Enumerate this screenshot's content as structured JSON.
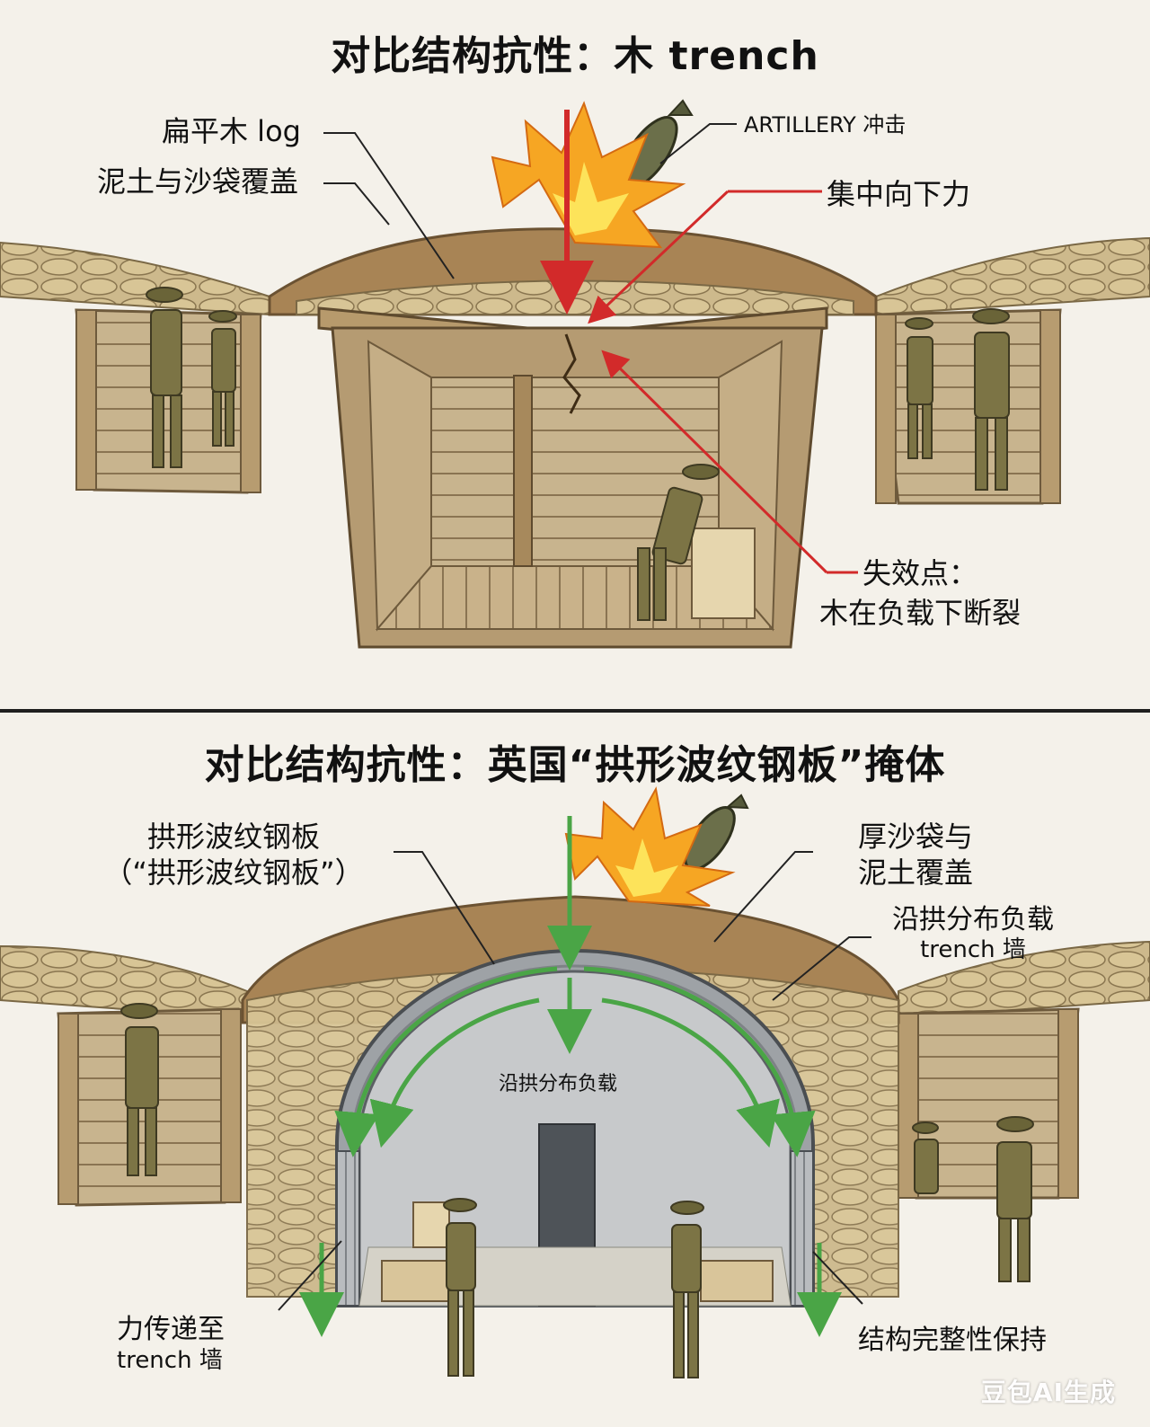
{
  "top": {
    "title": "对比结构抗性：木 trench",
    "labels": {
      "flat_log": "扁平木 log",
      "earth_sandbag": "泥土与沙袋覆盖",
      "artillery": "ARTILLERY 冲击",
      "downward_force": "集中向下力",
      "failure_point_line1": "失效点：",
      "failure_point_line2": "木在负载下断裂"
    },
    "colors": {
      "force_arrow": "#d22a2a",
      "blast": "#f6a623"
    }
  },
  "bottom": {
    "title": "对比结构抗性：英国“拱形波纹钢板”掩体",
    "labels": {
      "arch_sheet_line1": "拱形波纹钢板",
      "arch_sheet_line2": "（“拱形波纹钢板”）",
      "thick_cover_line1": "厚沙袋与",
      "thick_cover_line2": "泥土覆盖",
      "distribute_line1": "沿拱分布负载",
      "distribute_line2": "trench 墙",
      "inner_distribute": "沿拱分布负载",
      "force_to_wall_line1": "力传递至",
      "force_to_wall_line2": "trench 墙",
      "integrity": "结构完整性保持"
    },
    "colors": {
      "force_arrow": "#4aa546",
      "steel": "#8c9196"
    }
  },
  "watermark": "豆包AI生成"
}
